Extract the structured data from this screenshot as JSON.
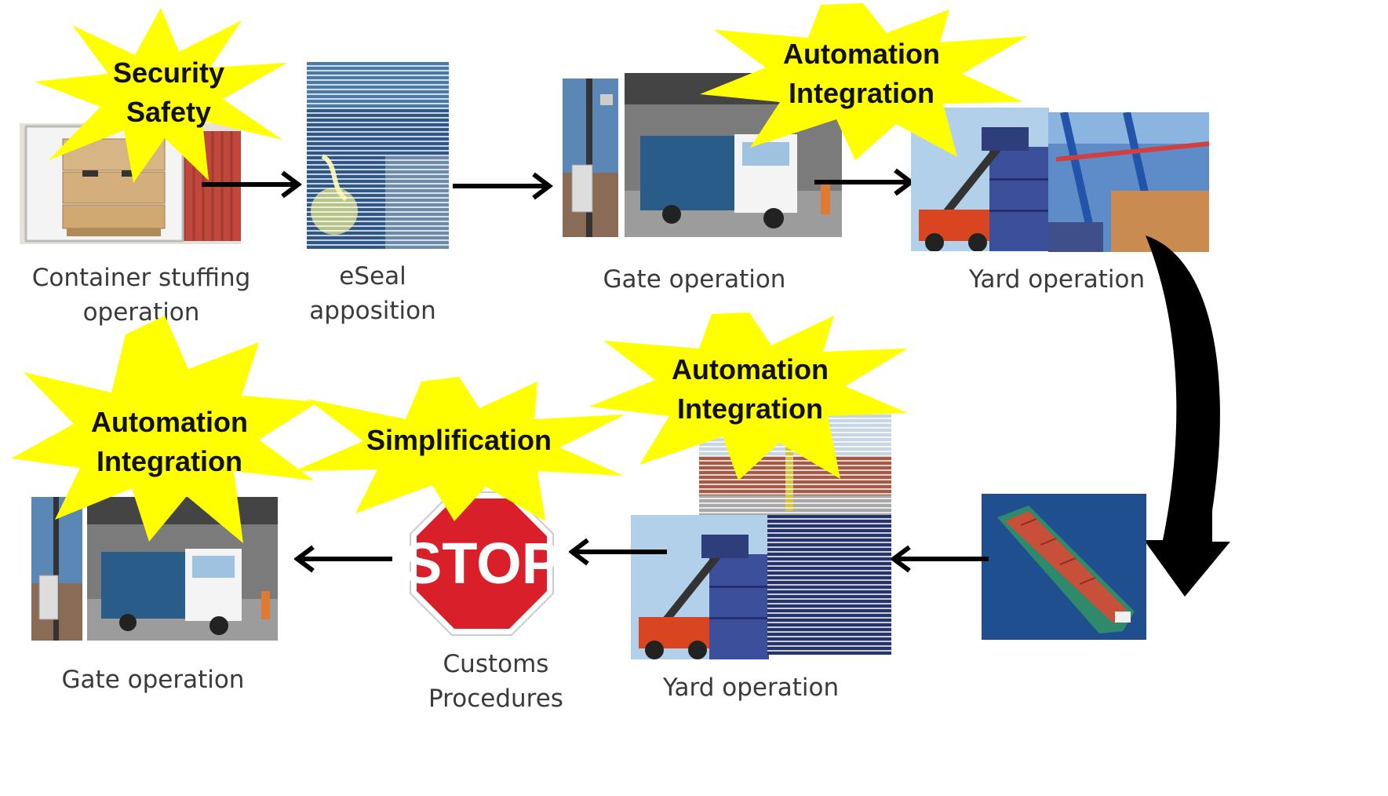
{
  "top_row": {
    "stuffing_caption": "Container stuffing\noperation",
    "eseal_caption": "eSeal apposition",
    "gate_caption": "Gate operation",
    "yard_caption": "Yard operation"
  },
  "bottom_row": {
    "gate_caption": "Gate operation",
    "customs_caption": "Customs\nProcedures",
    "yard_caption": "Yard operation"
  },
  "bursts": {
    "security": "Security\nSafety",
    "automation_top": "Automation\nIntegration",
    "automation_bottom_right": "Automation\nIntegration",
    "simplification": "Simplification",
    "automation_bottom_left": "Automation\nIntegration"
  },
  "stop_sign_text": "STOP",
  "colors": {
    "burst_fill": "#FFFF00",
    "arrow": "#000000",
    "container_red": "#C0473C",
    "stop_red": "#D9202A",
    "truck_blue": "#2A5C8A",
    "sea_blue": "#1E4C8C"
  },
  "icons": [
    "container-photo",
    "eseal-photo",
    "gate-truck-photo",
    "reach-stacker-photo",
    "container-ship-photo",
    "stop-sign"
  ]
}
